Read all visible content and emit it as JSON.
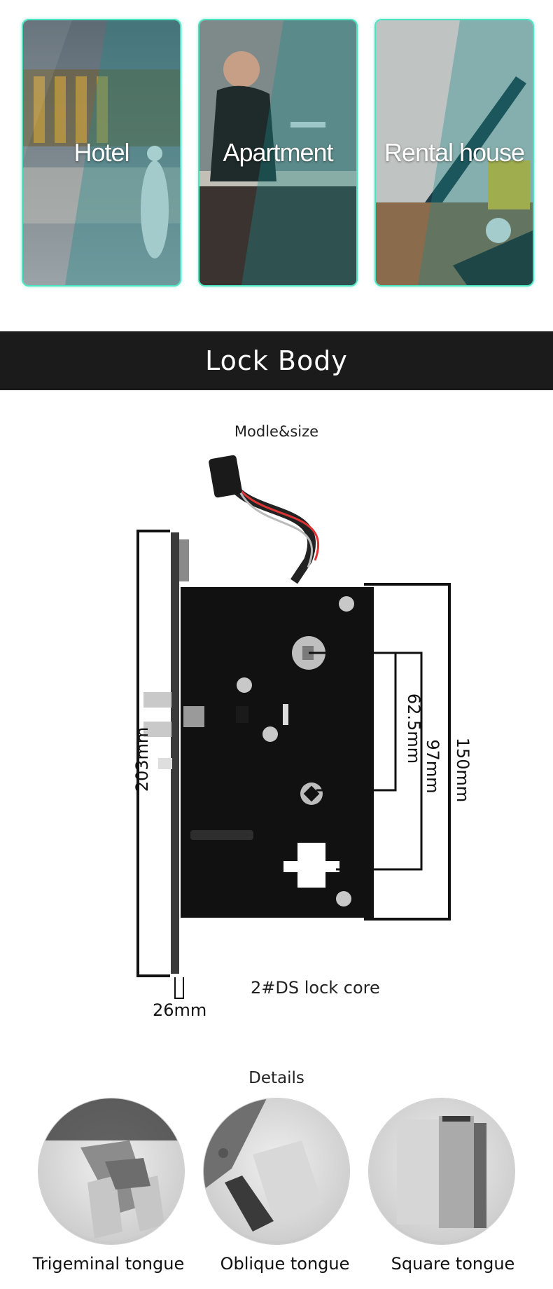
{
  "scenarios": [
    {
      "label": "Hotel"
    },
    {
      "label": "Apartment"
    },
    {
      "label": "Rental house"
    }
  ],
  "section": {
    "title": "Lock Body"
  },
  "diagram": {
    "caption": "Modle&size",
    "core": "2#DS lock core",
    "dims": {
      "height": "203mm",
      "width": "26mm",
      "inner1": "62.5mm",
      "inner2": "97mm",
      "inner3": "150mm"
    }
  },
  "details": {
    "title": "Details",
    "items": [
      {
        "label": "Trigeminal tongue"
      },
      {
        "label": "Oblique tongue"
      },
      {
        "label": "Square tongue"
      }
    ]
  },
  "colors": {
    "accent": "#4ce3c1",
    "band": "#1b1b1b"
  }
}
